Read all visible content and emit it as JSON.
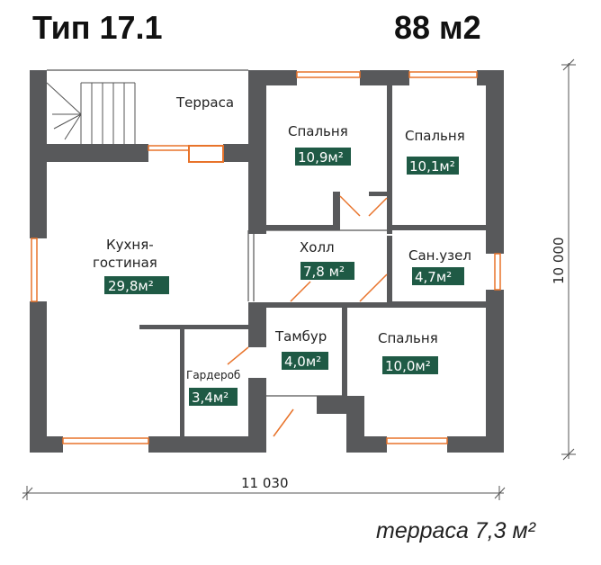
{
  "header": {
    "type": "Тип 17.1",
    "total_area": "88 м2"
  },
  "rooms": [
    {
      "name": "Терраса"
    },
    {
      "name": "Кухня-",
      "name2": "гостиная",
      "area": "29,8м²"
    },
    {
      "name": "Спальня",
      "area": "10,9м²"
    },
    {
      "name": "Спальня",
      "area": "10,1м²"
    },
    {
      "name": "Холл",
      "area": "7,8 м²"
    },
    {
      "name": "Сан.узел",
      "area": "4,7м²"
    },
    {
      "name": "Тамбур",
      "area": "4,0м²"
    },
    {
      "name": "Спальня",
      "area": "10,0м²"
    },
    {
      "name": "Гардероб",
      "area": "3,4м²"
    }
  ],
  "dimensions": {
    "width": "11 030",
    "height": "10 000"
  },
  "footer": {
    "terrace_note": "терраса 7,3 м²"
  },
  "colors": {
    "wall": "#58595b",
    "window": "#e8732a",
    "label_bg": "#1f5a45"
  }
}
